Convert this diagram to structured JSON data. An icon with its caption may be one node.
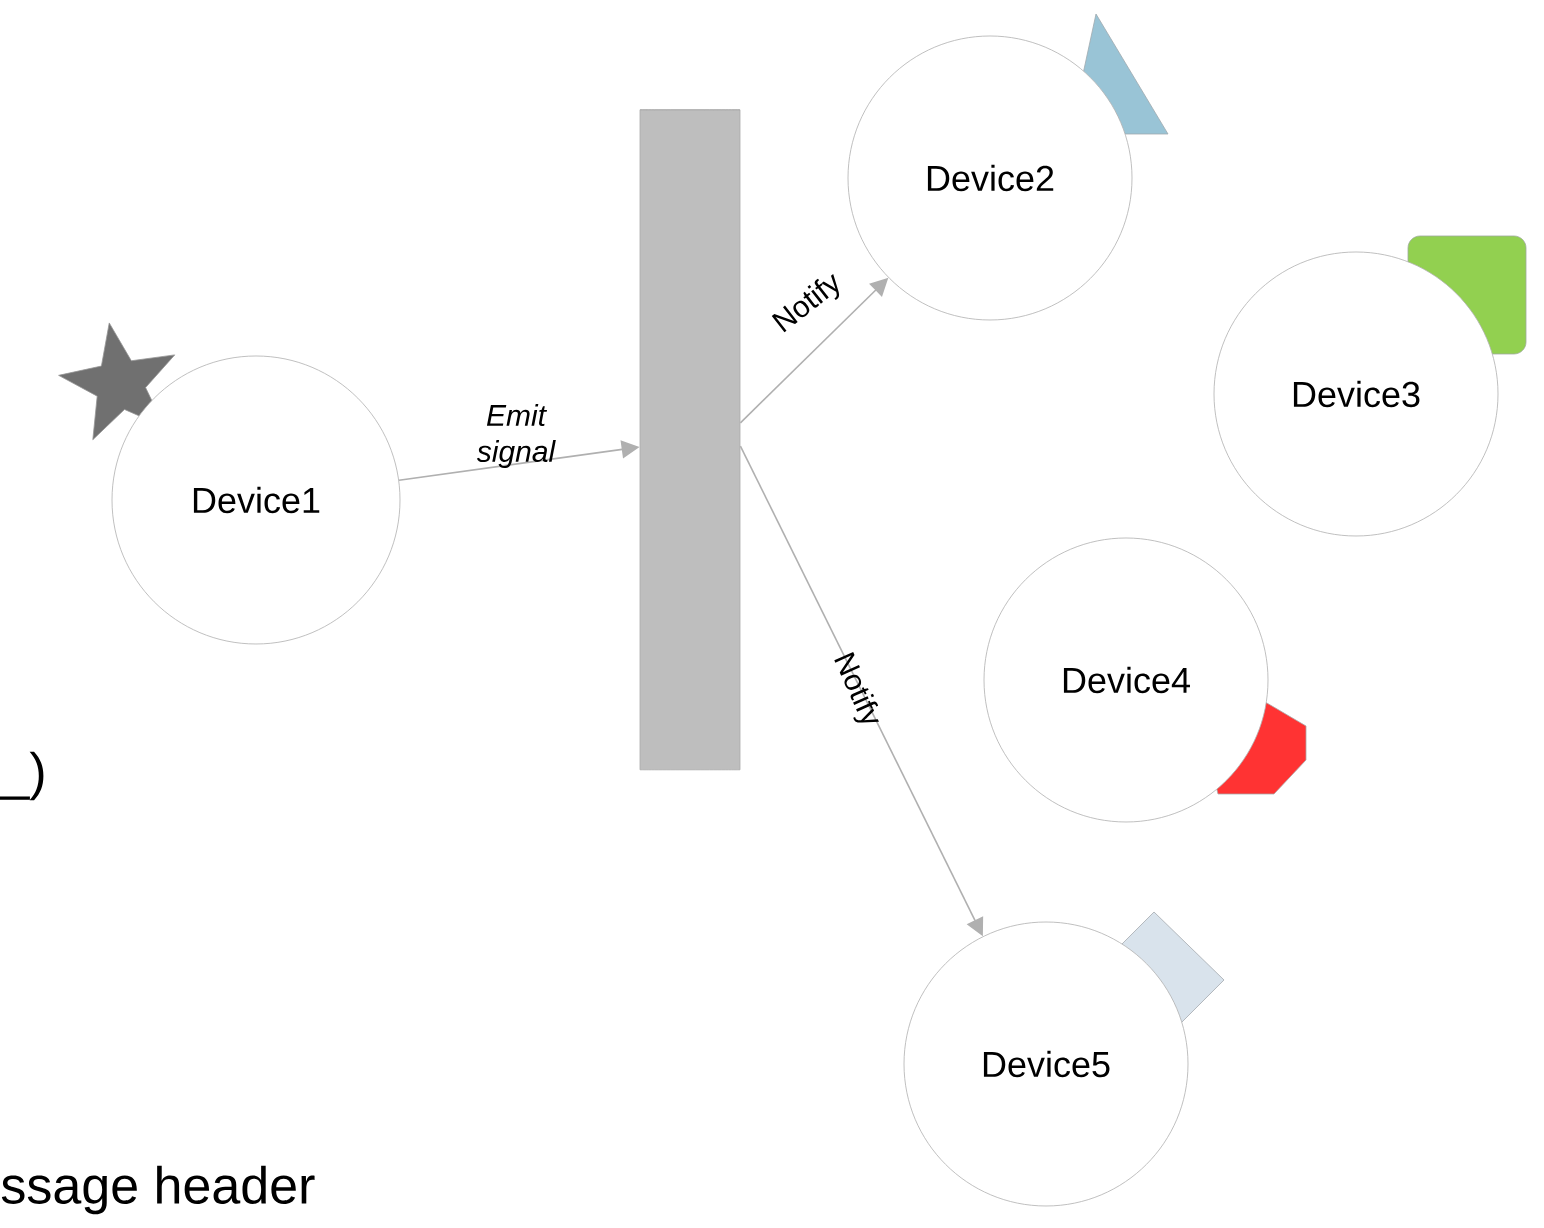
{
  "diagram": {
    "nodes": [
      {
        "text": [
          "Device1"
        ]
      },
      {
        "text": [],
        "shape": "cylinder"
      },
      {
        "text": [
          "Device2"
        ]
      },
      {
        "text": [
          "Device3"
        ]
      },
      {
        "text": [
          "Device4"
        ]
      },
      {
        "text": [
          "Device5"
        ]
      }
    ],
    "edges": [
      {
        "from": 0,
        "to": 1,
        "arrow": "to",
        "label": "Emit signal"
      },
      {
        "from": 1,
        "to": 2,
        "arrow": "to",
        "label": "Notify"
      },
      {
        "from": 1,
        "to": 5,
        "arrow": "to",
        "label": "Notify"
      }
    ],
    "labels": [
      "_)",
      "ssage header"
    ]
  }
}
